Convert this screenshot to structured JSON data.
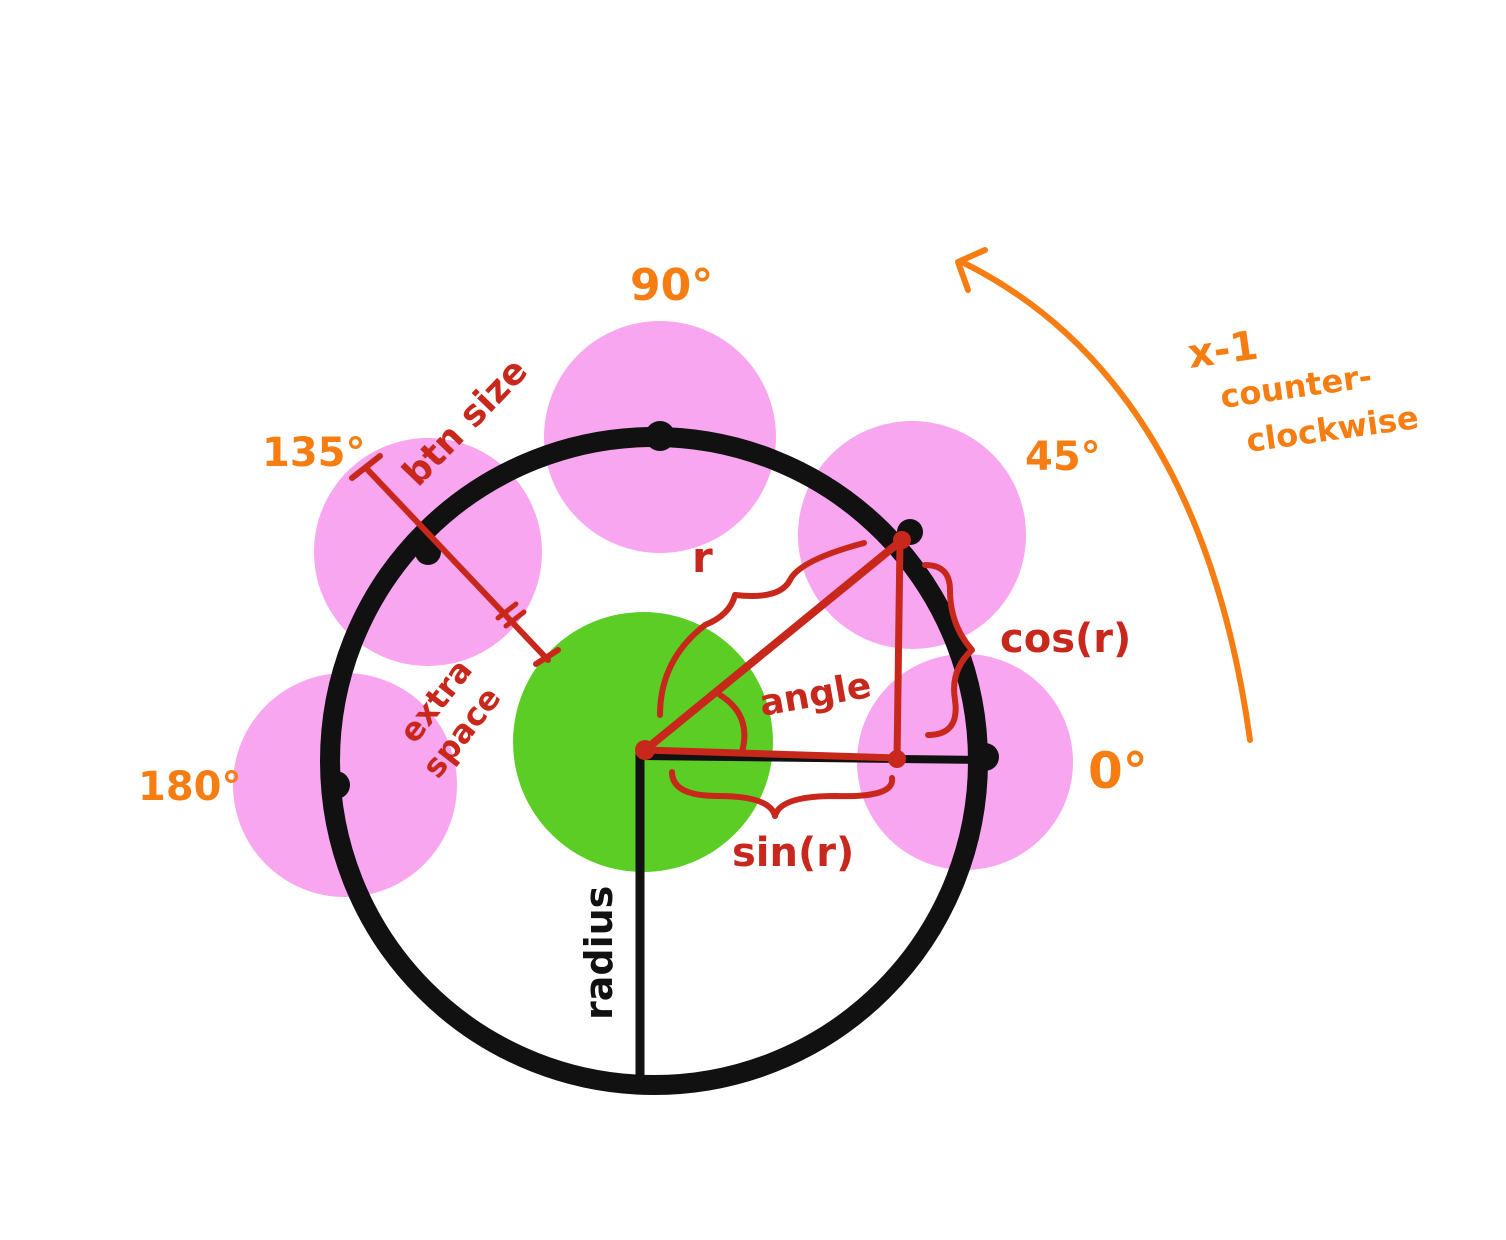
{
  "colors": {
    "button_fill": "#f7a6ef",
    "center_fill": "#5ccd25",
    "outline": "#111111",
    "annotation_red": "#c8281c",
    "angle_orange": "#f57d12",
    "background": "#ffffff"
  },
  "angles": {
    "deg_0": "0°",
    "deg_45": "45°",
    "deg_90": "90°",
    "deg_135": "135°",
    "deg_180": "180°"
  },
  "direction": {
    "multiplier": "x-1",
    "line1": "counter-",
    "line2": "clockwise"
  },
  "labels": {
    "btn_size": "btn size",
    "extra_line1": "extra",
    "extra_line2": "space",
    "r": "r",
    "angle": "angle",
    "cos": "cos(r)",
    "sin": "sin(r)",
    "radius": "radius"
  }
}
